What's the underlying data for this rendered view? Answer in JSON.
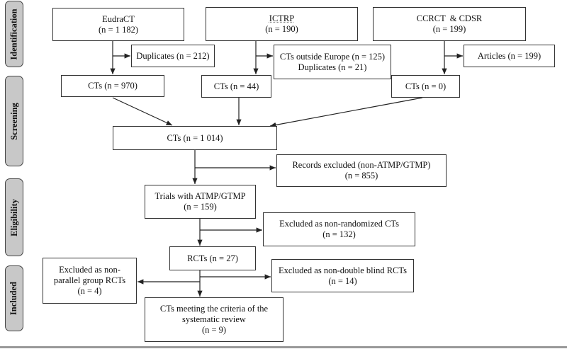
{
  "stages": [
    "Identification",
    "Screening",
    "Eligibility",
    "Included"
  ],
  "boxes": {
    "eudract": {
      "line1": "EudraCT",
      "line2": "(n = 1 182)"
    },
    "ictrp": {
      "line1": "ICTRP",
      "line2": "(n = 190)"
    },
    "ccrct": {
      "line1": "CCRCT  & CDSR",
      "line2": "(n = 199)"
    },
    "dup212": {
      "line1": "Duplicates (n = 212)"
    },
    "outside": {
      "line1": "CTs outside Europe (n = 125)",
      "line2": "Duplicates (n = 21)"
    },
    "articles": {
      "line1": "Articles (n = 199)"
    },
    "cts970": {
      "line1": "CTs (n = 970)"
    },
    "cts44": {
      "line1": "CTs (n = 44)"
    },
    "cts0": {
      "line1": "CTs (n = 0)"
    },
    "cts1014": {
      "line1": "CTs (n = 1 014)"
    },
    "records_excluded": {
      "line1": "Records excluded (non-ATMP/GTMP)",
      "line2": "(n = 855)"
    },
    "trials": {
      "line1": "Trials with ATMP/GTMP",
      "line2": "(n = 159)"
    },
    "nonrandom": {
      "line1": "Excluded as non-randomized CTs",
      "line2": "(n = 132)"
    },
    "rcts": {
      "line1": "RCTs (n = 27)"
    },
    "nonparallel": {
      "line1": "Excluded as non-",
      "line2": "parallel group RCTs",
      "line3": "(n = 4)"
    },
    "nondouble": {
      "line1": "Excluded as non-double blind RCTs",
      "line2": "(n = 14)"
    },
    "final": {
      "line1": "CTs meeting the criteria of the",
      "line2": "systematic review",
      "line3": "(n = 9)"
    }
  }
}
